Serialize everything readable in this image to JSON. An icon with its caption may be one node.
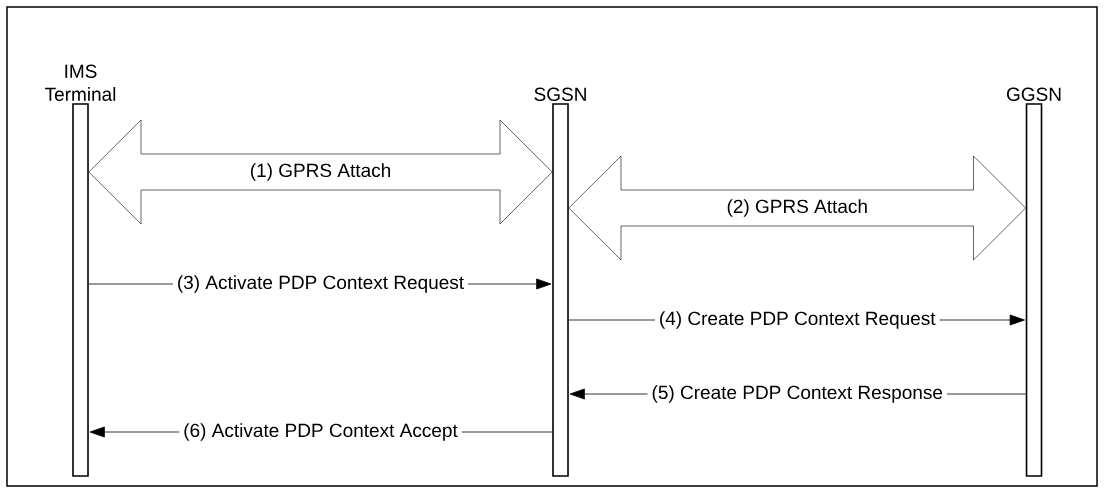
{
  "diagram": {
    "nodes": [
      {
        "text": [
          "IMS Terminal"
        ]
      },
      {
        "text": [
          "SGSN"
        ]
      },
      {
        "text": [
          "GGSN"
        ]
      }
    ],
    "edges": [
      {
        "from": 0,
        "to": 1,
        "arrow": "both",
        "label": "(1) GPRS Attach",
        "style": "thick"
      },
      {
        "from": 1,
        "to": 2,
        "arrow": "both",
        "label": "(2) GPRS Attach",
        "style": "thick"
      },
      {
        "from": 0,
        "to": 1,
        "arrow": "to",
        "label": "(3) Activate PDP Context Request"
      },
      {
        "from": 1,
        "to": 2,
        "arrow": "to",
        "label": "(4) Create PDP Context Request"
      },
      {
        "from": 2,
        "to": 1,
        "arrow": "to",
        "label": "(5) Create PDP Context Response"
      },
      {
        "from": 1,
        "to": 0,
        "arrow": "to",
        "label": "(6) Activate PDP Context Accept"
      }
    ]
  }
}
